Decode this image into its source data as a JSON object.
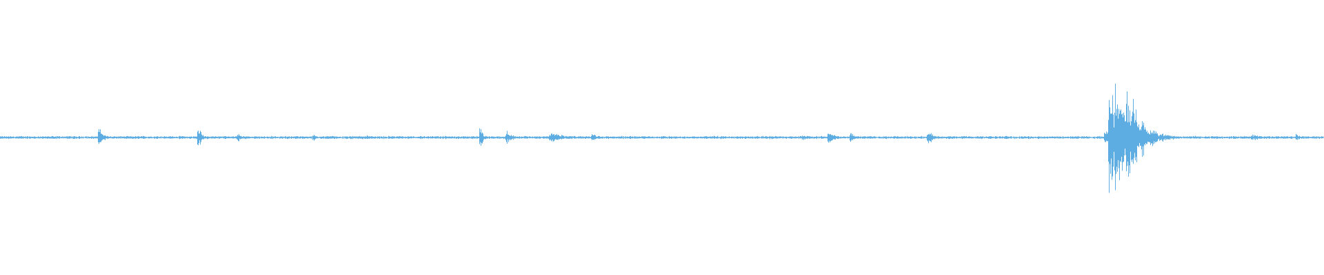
{
  "waveform": {
    "color": "#5dade2",
    "background": "#ffffff",
    "baseline_amplitude": 0.012,
    "events": [
      {
        "position": 0.075,
        "amplitude": 0.07,
        "decay": 0.004
      },
      {
        "position": 0.15,
        "amplitude": 0.1,
        "decay": 0.003
      },
      {
        "position": 0.18,
        "amplitude": 0.03,
        "decay": 0.006
      },
      {
        "position": 0.237,
        "amplitude": 0.03,
        "decay": 0.003
      },
      {
        "position": 0.277,
        "amplitude": 0.02,
        "decay": 0.004
      },
      {
        "position": 0.363,
        "amplitude": 0.1,
        "decay": 0.002
      },
      {
        "position": 0.383,
        "amplitude": 0.05,
        "decay": 0.005
      },
      {
        "position": 0.416,
        "amplitude": 0.05,
        "decay": 0.01
      },
      {
        "position": 0.448,
        "amplitude": 0.04,
        "decay": 0.002
      },
      {
        "position": 0.607,
        "amplitude": 0.02,
        "decay": 0.005
      },
      {
        "position": 0.626,
        "amplitude": 0.06,
        "decay": 0.004
      },
      {
        "position": 0.643,
        "amplitude": 0.04,
        "decay": 0.003
      },
      {
        "position": 0.701,
        "amplitude": 0.06,
        "decay": 0.005
      },
      {
        "position": 0.76,
        "amplitude": 0.02,
        "decay": 0.004
      },
      {
        "position": 0.835,
        "amplitude": 0.08,
        "decay": 0.003
      },
      {
        "position": 0.838,
        "amplitude": 0.5,
        "decay": 0.006
      },
      {
        "position": 0.843,
        "amplitude": 0.6,
        "decay": 0.008
      },
      {
        "position": 0.852,
        "amplitude": 0.45,
        "decay": 0.01
      },
      {
        "position": 0.946,
        "amplitude": 0.03,
        "decay": 0.008
      },
      {
        "position": 0.98,
        "amplitude": 0.03,
        "decay": 0.002
      }
    ]
  }
}
